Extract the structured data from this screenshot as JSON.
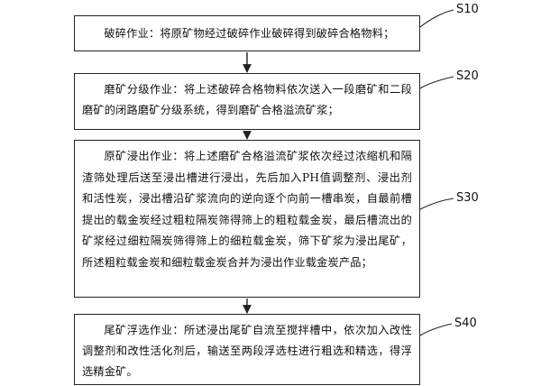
{
  "steps": [
    {
      "label": "S10",
      "text": "破碎作业：将原矿物经过破碎作业破碎得到破碎合格物料；"
    },
    {
      "label": "S20",
      "text": "磨矿分级作业：将上述破碎合格物料依次送入一段磨矿和二段磨矿的闭路磨矿分级系统，得到磨矿合格溢流矿浆；"
    },
    {
      "label": "S30",
      "text": "原矿浸出作业：将上述磨矿合格溢流矿浆依次经过浓缩机和隔渣筛处理后送至浸出槽进行浸出，先后加入PH值调整剂、浸出剂和活性炭，浸出槽沿矿浆流向的逆向逐个向前一槽串炭，自最前槽提出的载金炭经过粗粒隔炭筛得筛上的粗粒载金炭，最后槽流出的矿浆经过细粒隔炭筛得筛上的细粒载金炭，筛下矿浆为浸出尾矿，所述粗粒载金炭和细粒载金炭合并为浸出作业载金炭产品；"
    },
    {
      "label": "S40",
      "text": "尾矿浮选作业：所述浸出尾矿自流至搅拌槽中，依次加入改性调整剂和改性活化剂后，输送至两段浮选柱进行粗选和精选，得浮选精金矿。"
    }
  ]
}
